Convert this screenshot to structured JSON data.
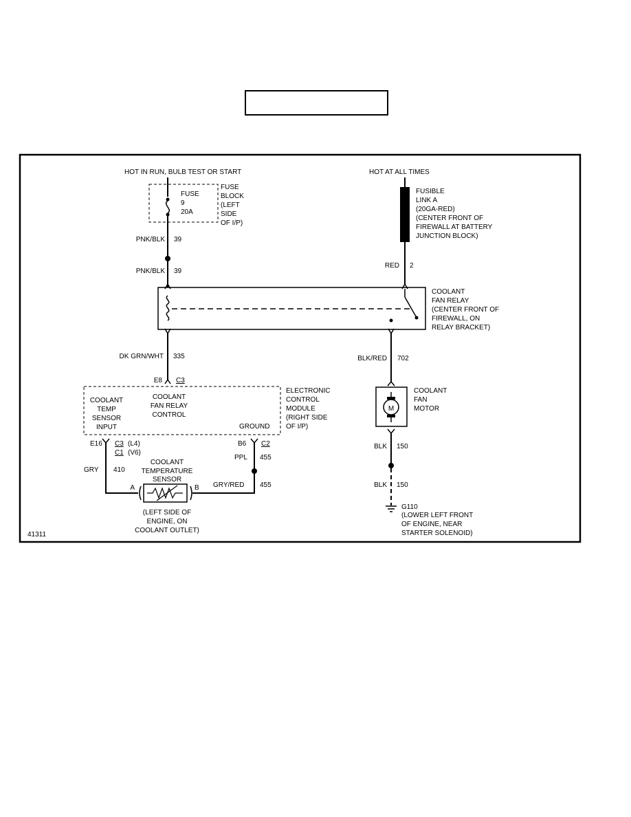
{
  "title_box": {
    "text": ""
  },
  "figure_number": "41311",
  "left_circuit": {
    "supply": "HOT IN RUN, BULB TEST OR START",
    "fuse": {
      "line1": "FUSE",
      "line2": "9",
      "line3": "20A"
    },
    "fuse_block": [
      "FUSE",
      "BLOCK",
      "(LEFT",
      "SIDE",
      "OF I/P)"
    ],
    "wire_upper": {
      "color": "PNK/BLK",
      "circuit": "39"
    },
    "wire_lower": {
      "color": "PNK/BLK",
      "circuit": "39"
    },
    "relay_out_wire": {
      "color": "DK GRN/WHT",
      "circuit": "335"
    },
    "ecm_pin_top": {
      "pin": "E8",
      "connector": "C3"
    },
    "ecm_input": [
      "COOLANT",
      "TEMP",
      "SENSOR",
      "INPUT"
    ],
    "ecm_control": [
      "COOLANT",
      "FAN RELAY",
      "CONTROL"
    ],
    "ecm_ground": "GROUND",
    "ecm_label": [
      "ELECTRONIC",
      "CONTROL",
      "MODULE",
      "(RIGHT SIDE",
      "OF I/P)"
    ],
    "pin_e16": {
      "pin": "E16",
      "c3": "C3",
      "c3_note": "(L4)",
      "c1": "C1",
      "c1_note": "(V6)"
    },
    "pin_b6": {
      "pin": "B6",
      "connector": "C2"
    },
    "wire_gry": {
      "color": "GRY",
      "circuit": "410"
    },
    "wire_ppl": {
      "color": "PPL",
      "circuit": "455"
    },
    "wire_gryred": {
      "color": "GRY/RED",
      "circuit": "455"
    },
    "sensor": {
      "label": [
        "COOLANT",
        "TEMPERATURE",
        "SENSOR"
      ],
      "pin_a": "A",
      "pin_b": "B",
      "location": [
        "(LEFT SIDE OF",
        "ENGINE, ON",
        "COOLANT OUTLET)"
      ]
    }
  },
  "right_circuit": {
    "supply": "HOT AT ALL TIMES",
    "fusible_link": [
      "FUSIBLE",
      "LINK A",
      "(20GA-RED)",
      "(CENTER FRONT OF",
      "FIREWALL AT BATTERY",
      "JUNCTION BLOCK)"
    ],
    "wire_red": {
      "color": "RED",
      "circuit": "2"
    },
    "relay_label": [
      "COOLANT",
      "FAN RELAY",
      "(CENTER FRONT OF",
      "FIREWALL, ON",
      "RELAY BRACKET)"
    ],
    "wire_blkred": {
      "color": "BLK/RED",
      "circuit": "702"
    },
    "motor_symbol": "M",
    "motor_label": [
      "COOLANT",
      "FAN",
      "MOTOR"
    ],
    "wire_blk_upper": {
      "color": "BLK",
      "circuit": "150"
    },
    "wire_blk_lower": {
      "color": "BLK",
      "circuit": "150"
    },
    "ground": [
      "G110",
      "(LOWER LEFT FRONT",
      "OF ENGINE, NEAR",
      "STARTER SOLENOID)"
    ]
  }
}
